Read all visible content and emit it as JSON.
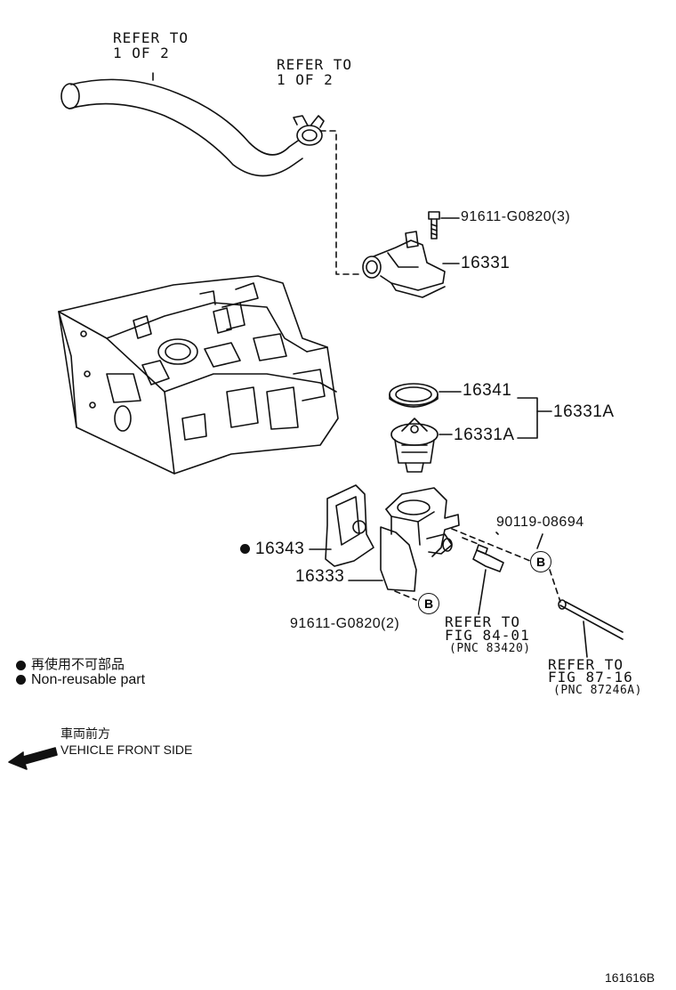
{
  "references": {
    "hose_ref_line1": "REFER TO",
    "hose_ref_line2": "1 OF 2",
    "clamp_ref_line1": "REFER TO",
    "clamp_ref_line2": "1 OF 2",
    "sensor_ref_line1": "REFER TO",
    "sensor_ref_line2": "FIG 84-01",
    "sensor_ref_line3": "(PNC 83420)",
    "pipe_ref_line1": "REFER TO",
    "pipe_ref_line2": "FIG 87-16",
    "pipe_ref_line3": "(PNC 87246A)"
  },
  "parts": {
    "bolt_top": "91611-G0820(3)",
    "outlet": "16331",
    "gasket_ring": "16341",
    "thermostat": "16331A",
    "thermostat_assy": "16331A",
    "bolt_plug": "90119-08694",
    "gasket": "16343",
    "housing": "16333",
    "bolt_bottom": "91611-G0820(2)"
  },
  "callouts": {
    "b_upper": "B",
    "b_lower": "B"
  },
  "legend": {
    "non_reusable_jp": "再使用不可部品",
    "non_reusable_en": "Non-reusable part",
    "front_jp": "車両前方",
    "front_en": "VEHICLE FRONT SIDE"
  },
  "diagram_id": "161616B"
}
